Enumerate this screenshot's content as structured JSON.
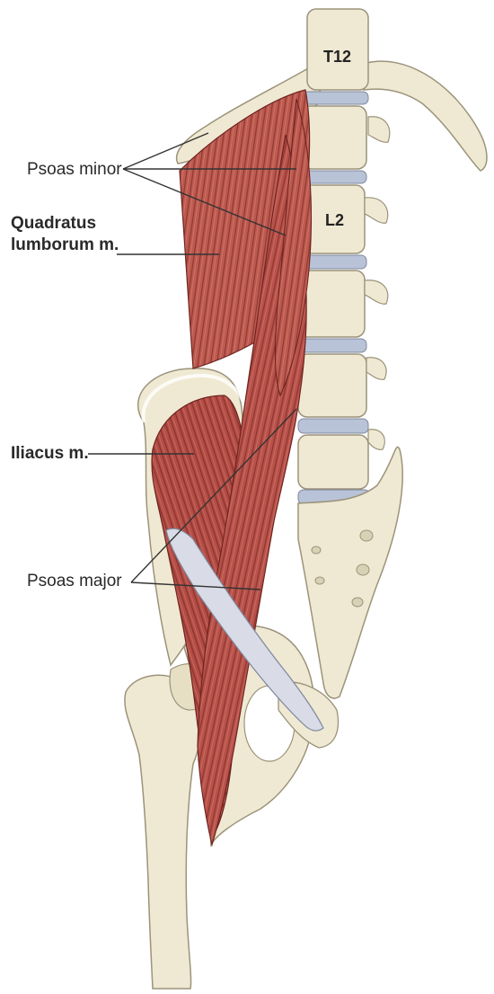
{
  "labels": {
    "psoas_minor": "Psoas minor",
    "quadratus_line1": "Quadratus",
    "quadratus_line2": "lumborum m.",
    "iliacus": "Iliacus m.",
    "psoas_major": "Psoas major",
    "t12": "T12",
    "l2": "L2"
  },
  "colors": {
    "bone": "#efe9d3",
    "bone_shadow": "#c9c1a4",
    "muscle": "#b8524a",
    "muscle_dark": "#7e2b26",
    "tendon": "#d9dbe6",
    "disc": "#b9c3d8",
    "leader_line": "#333333"
  }
}
